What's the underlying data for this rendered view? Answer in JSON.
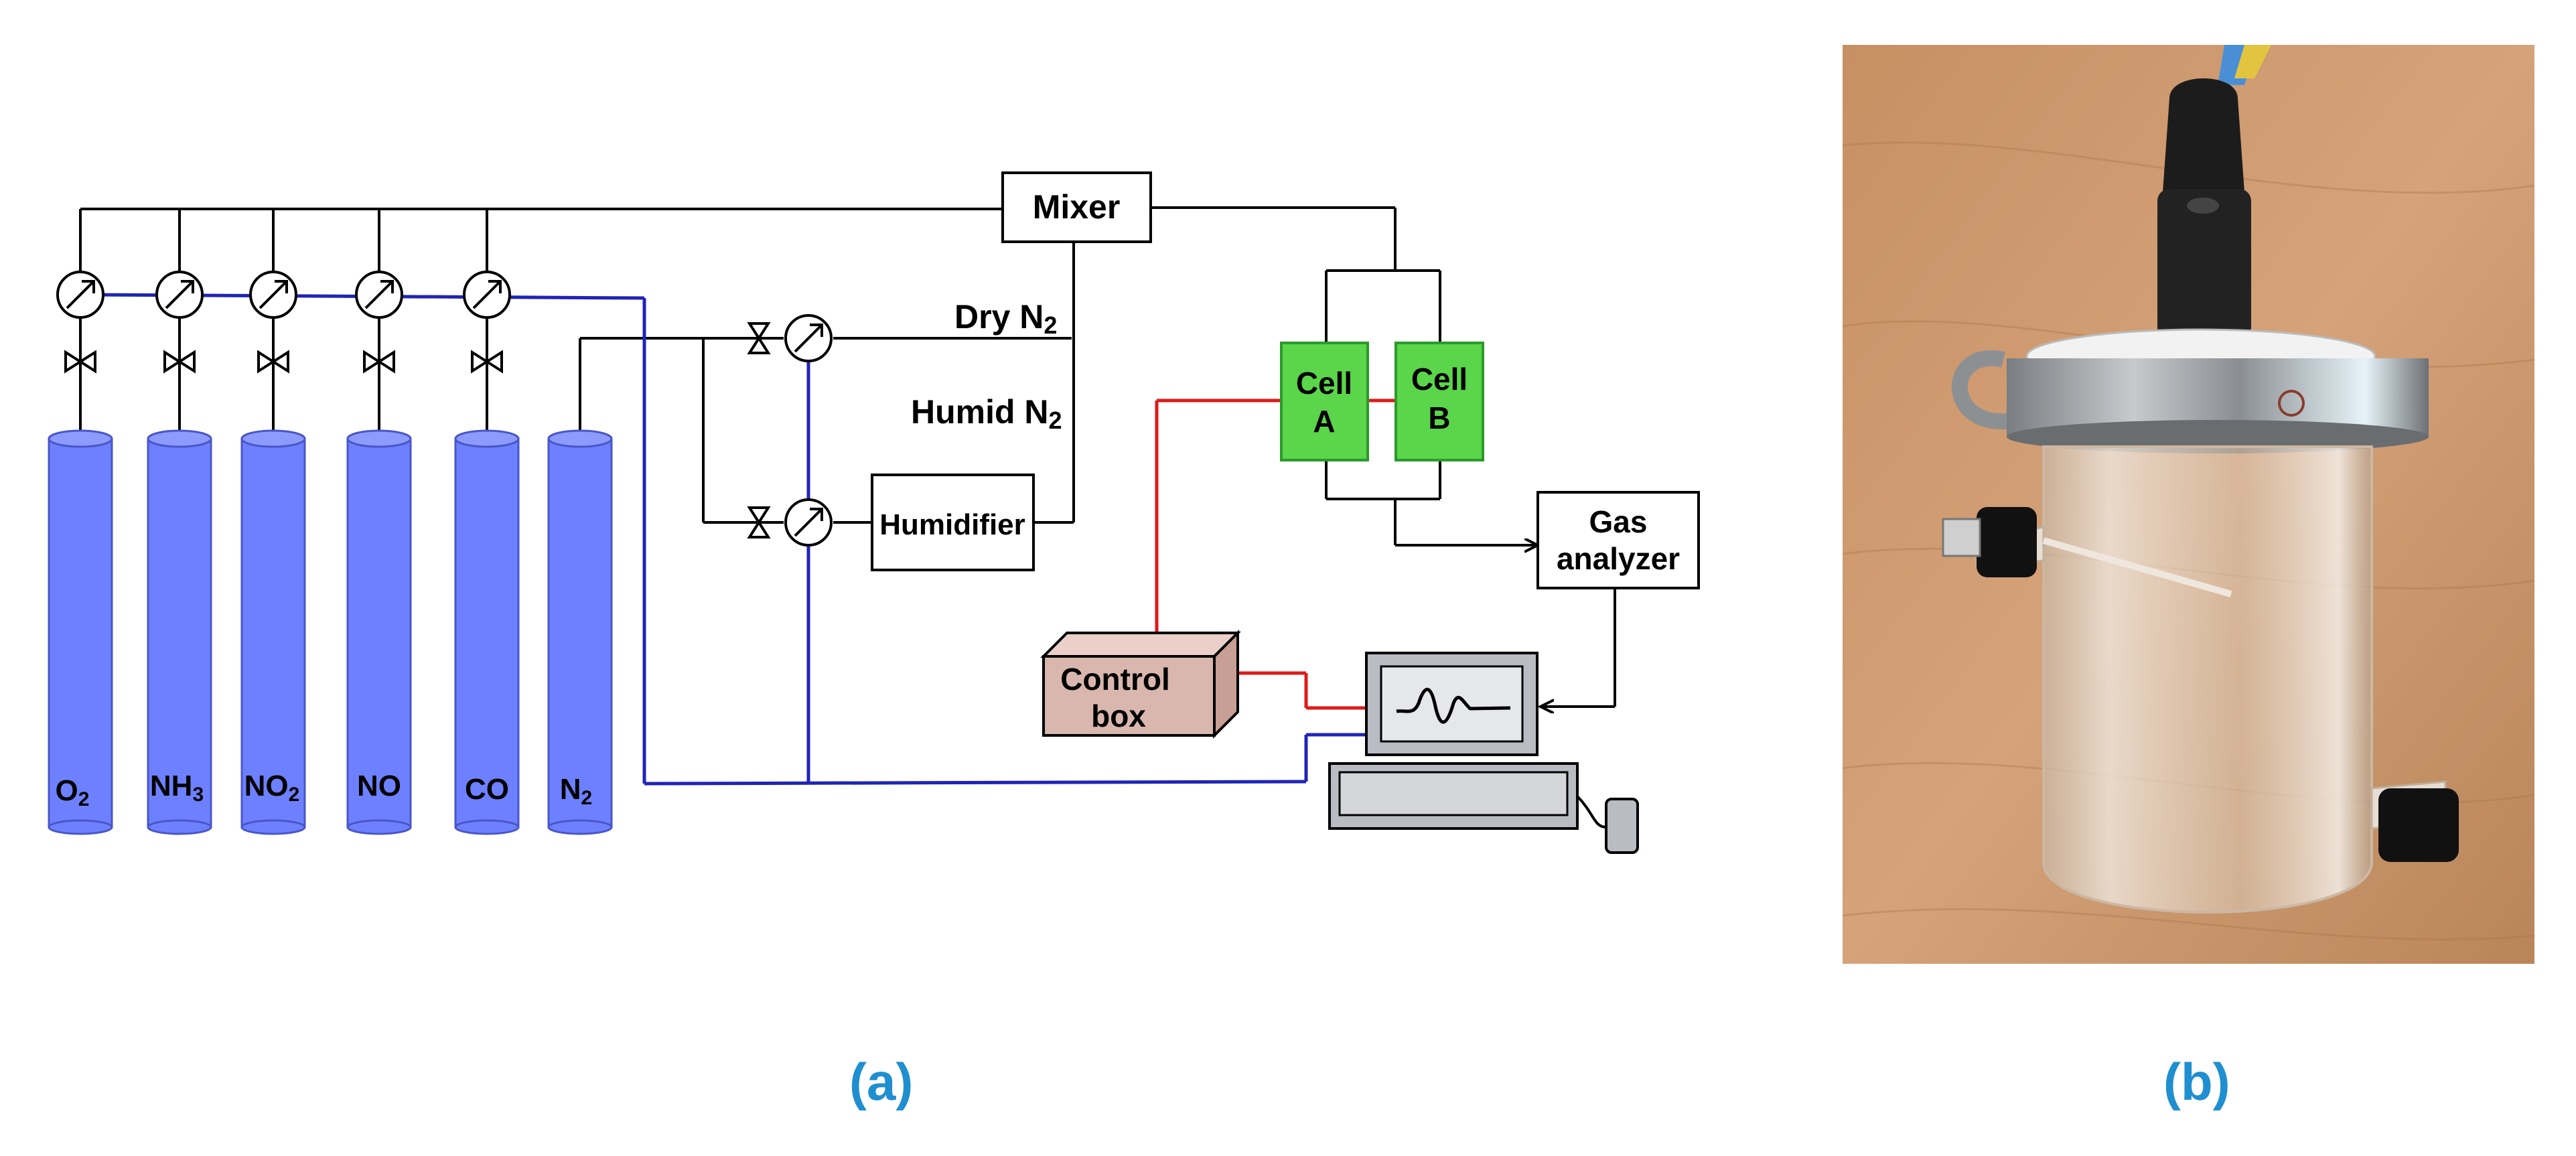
{
  "colors": {
    "gas_line": "#1f24b8",
    "signal_line": "#e01a1a",
    "cylinder": "#6d80ff",
    "cell": "#5bd54a",
    "control_box": "#d9b7ae",
    "panel_label": "#1f8fd0"
  },
  "cylinders": [
    {
      "main": "O",
      "sub": "2"
    },
    {
      "main": "NH",
      "sub": "3"
    },
    {
      "main": "NO",
      "sub": "2"
    },
    {
      "main": "NO",
      "sub": ""
    },
    {
      "main": "CO",
      "sub": ""
    },
    {
      "main": "N",
      "sub": "2"
    }
  ],
  "boxes": {
    "mixer": "Mixer",
    "humidifier": "Humidifier",
    "cell_a": [
      "Cell",
      "A"
    ],
    "cell_b": [
      "Cell",
      "B"
    ],
    "gas_analyzer": [
      "Gas",
      "analyzer"
    ],
    "control_box": [
      "Control",
      "box"
    ]
  },
  "lines": {
    "dry": {
      "main": "Dry N",
      "sub": "2"
    },
    "humid": {
      "main": "Humid N",
      "sub": "2"
    }
  },
  "panels": {
    "a": "(a)",
    "b": "(b)"
  },
  "icons": [
    "flow-meter-icon",
    "valve-icon",
    "computer-monitor-icon",
    "keyboard-icon",
    "mouse-icon"
  ]
}
